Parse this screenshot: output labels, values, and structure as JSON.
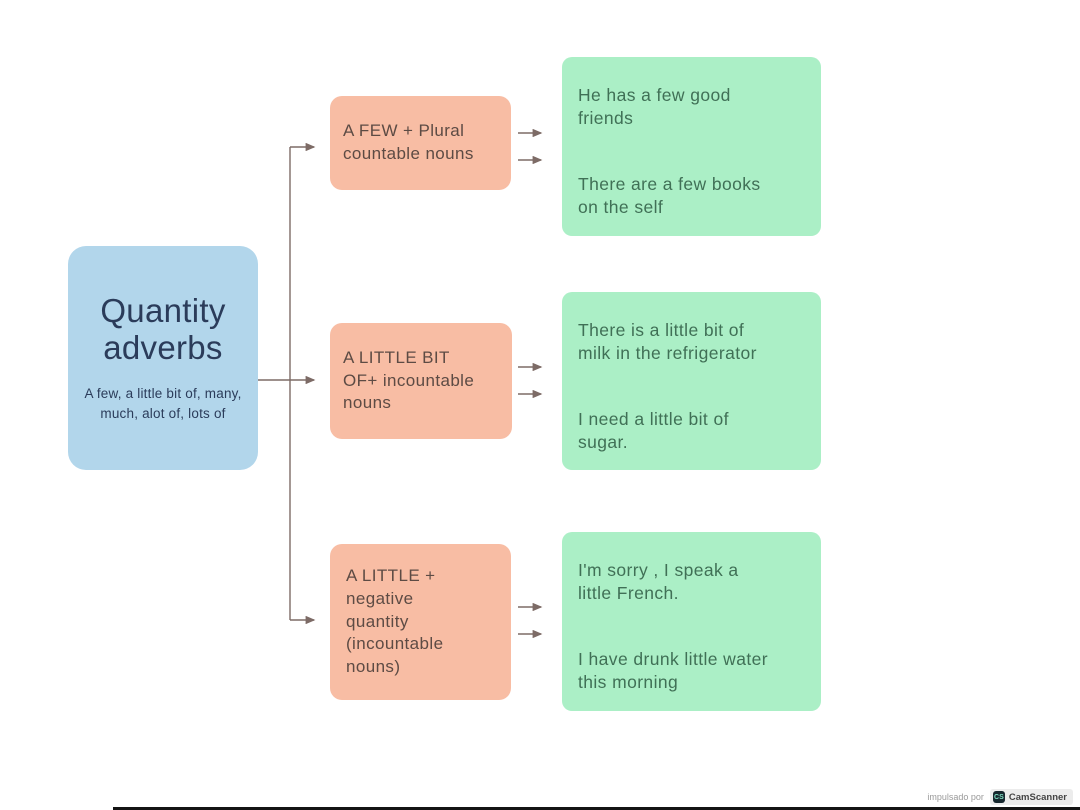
{
  "root": {
    "title": "Quantity\nadverbs",
    "subtitle": "A few, a little bit of, many,\nmuch, alot of, lots of"
  },
  "rows": [
    {
      "rule": "A FEW + Plural\ncountable nouns",
      "examples": [
        "He has a few good\nfriends",
        "There are a few books\non the self"
      ]
    },
    {
      "rule": "A LITTLE BIT\nOF+ incountable\nnouns",
      "examples": [
        "There is a little bit of\nmilk in the refrigerator",
        "I need a little bit of\nsugar."
      ]
    },
    {
      "rule": "A LITTLE +\nnegative\nquantity\n(incountable\nnouns)",
      "examples": [
        "I'm sorry , I speak a\nlittle French.",
        "I have drunk little water\nthis morning"
      ]
    }
  ],
  "colors": {
    "root_bg": "#b2d6eb",
    "root_text": "#2b3c5a",
    "rule_bg": "#f8bda4",
    "rule_text": "#5d4b44",
    "example_bg": "#abefc6",
    "example_text": "#407056",
    "connector": "#7d6b66"
  },
  "watermark": {
    "text": "impulsado por",
    "icon_label": "CS",
    "badge_label": "CamScanner"
  }
}
